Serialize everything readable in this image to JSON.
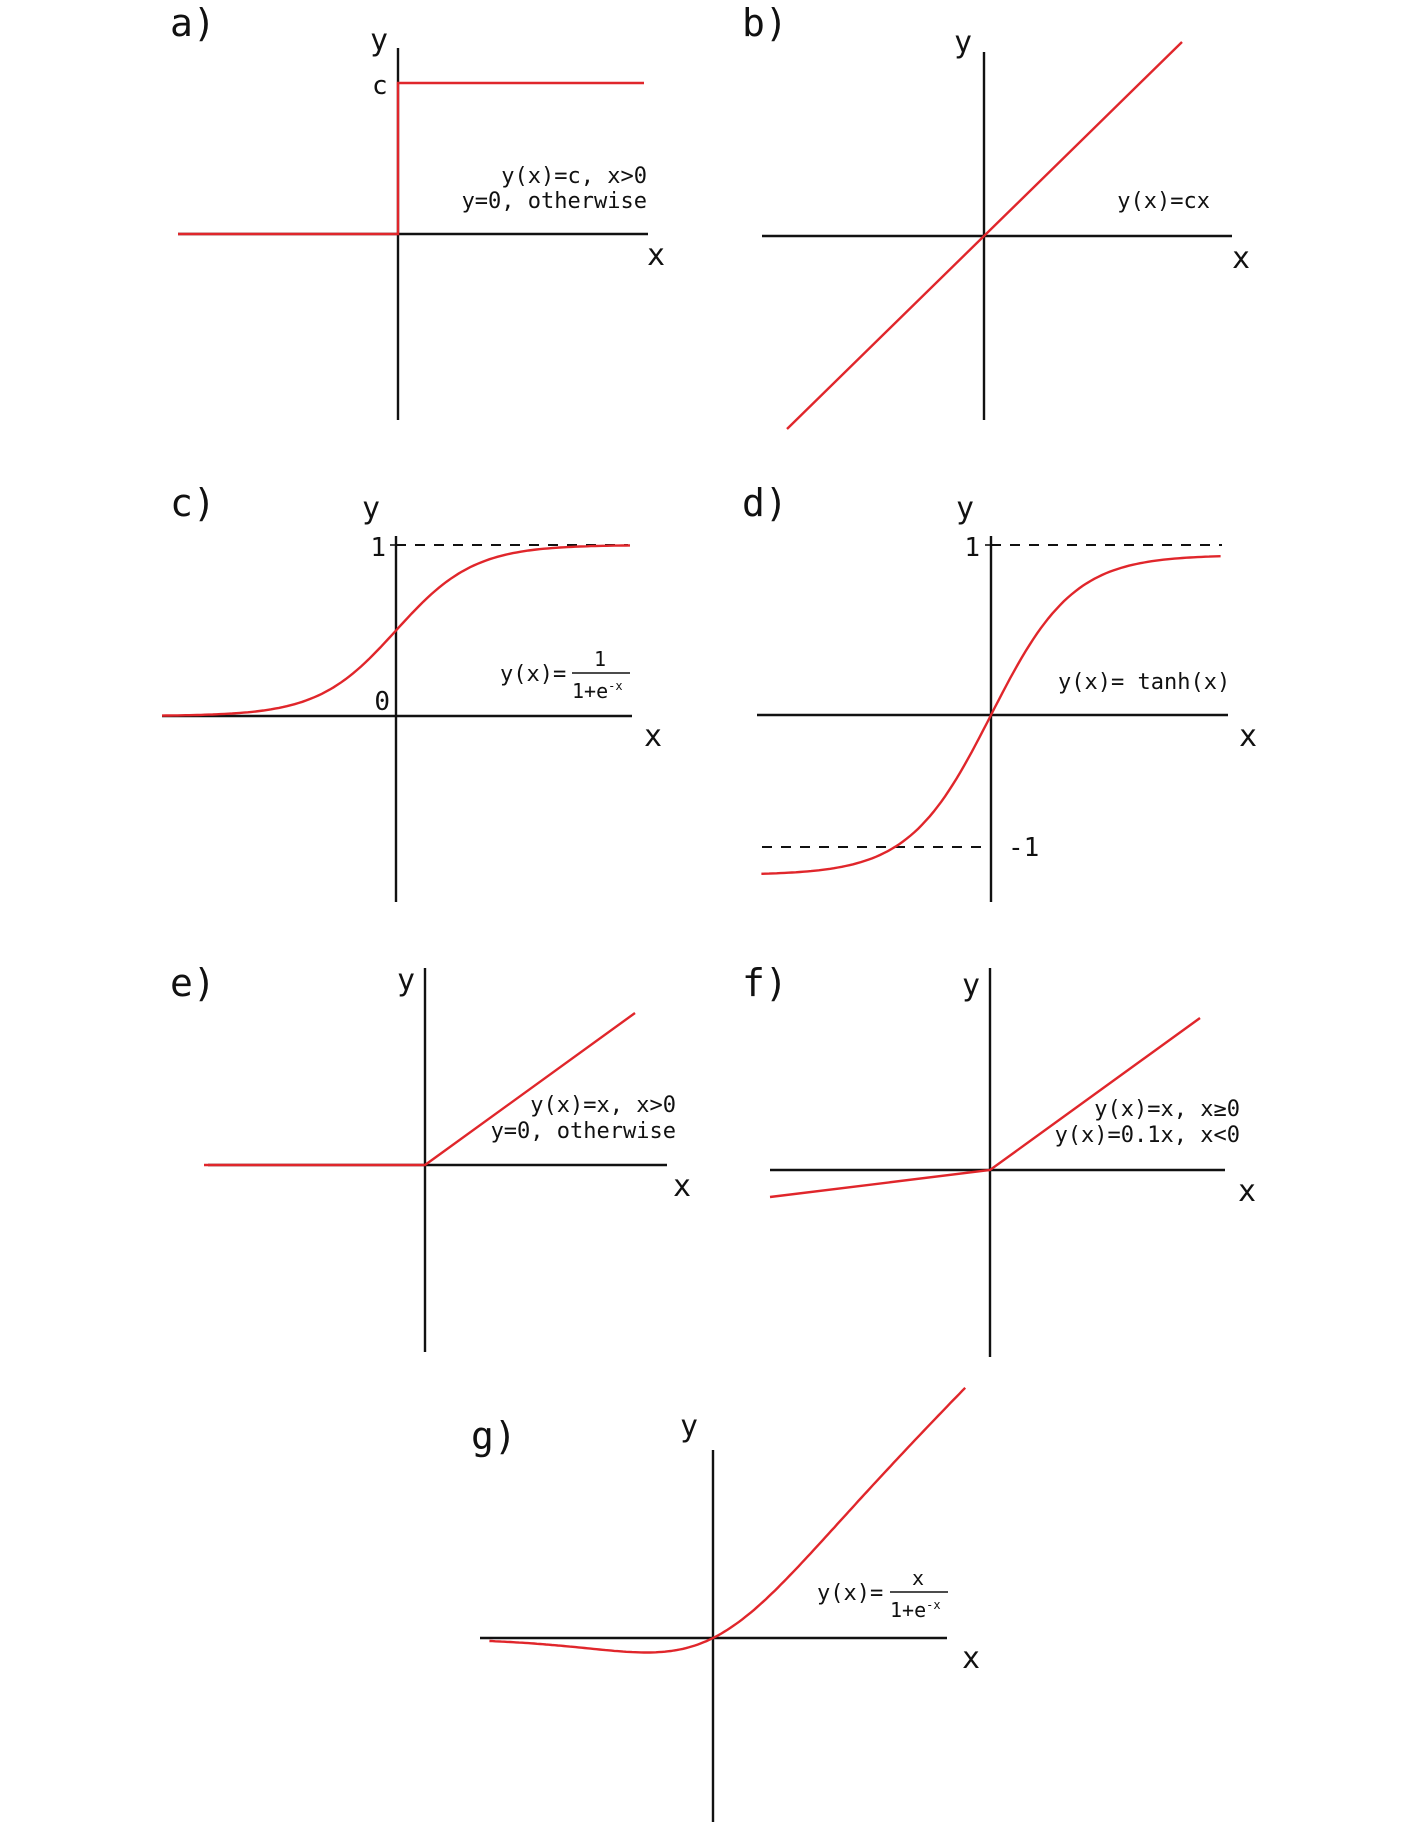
{
  "colors": {
    "curve": "#e0262b",
    "axis": "#111111",
    "background": "#ffffff"
  },
  "panels": {
    "a": {
      "label": "a)",
      "x_axis": "x",
      "y_axis": "y",
      "tick_c": "c",
      "formula_line1": "y(x)=c, x>0",
      "formula_line2": "y=0, otherwise"
    },
    "b": {
      "label": "b)",
      "x_axis": "x",
      "y_axis": "y",
      "formula": "y(x)=cx"
    },
    "c": {
      "label": "c)",
      "x_axis": "x",
      "y_axis": "y",
      "tick_1": "1",
      "tick_0": "0",
      "formula_lhs": "y(x)=",
      "formula_num": "1",
      "formula_den_base": "1+e",
      "formula_den_exp": "-x"
    },
    "d": {
      "label": "d)",
      "x_axis": "x",
      "y_axis": "y",
      "tick_1": "1",
      "tick_neg1": "-1",
      "formula": "y(x)= tanh(x)"
    },
    "e": {
      "label": "e)",
      "x_axis": "x",
      "y_axis": "y",
      "formula_line1": "y(x)=x, x>0",
      "formula_line2": "y=0, otherwise"
    },
    "f": {
      "label": "f)",
      "x_axis": "x",
      "y_axis": "y",
      "formula_line1": "y(x)=x, x≥0",
      "formula_line2": "y(x)=0.1x, x<0"
    },
    "g": {
      "label": "g)",
      "x_axis": "x",
      "y_axis": "y",
      "formula_lhs": "y(x)=",
      "formula_num": "x",
      "formula_den_base": "1+e",
      "formula_den_exp": "-x"
    }
  }
}
